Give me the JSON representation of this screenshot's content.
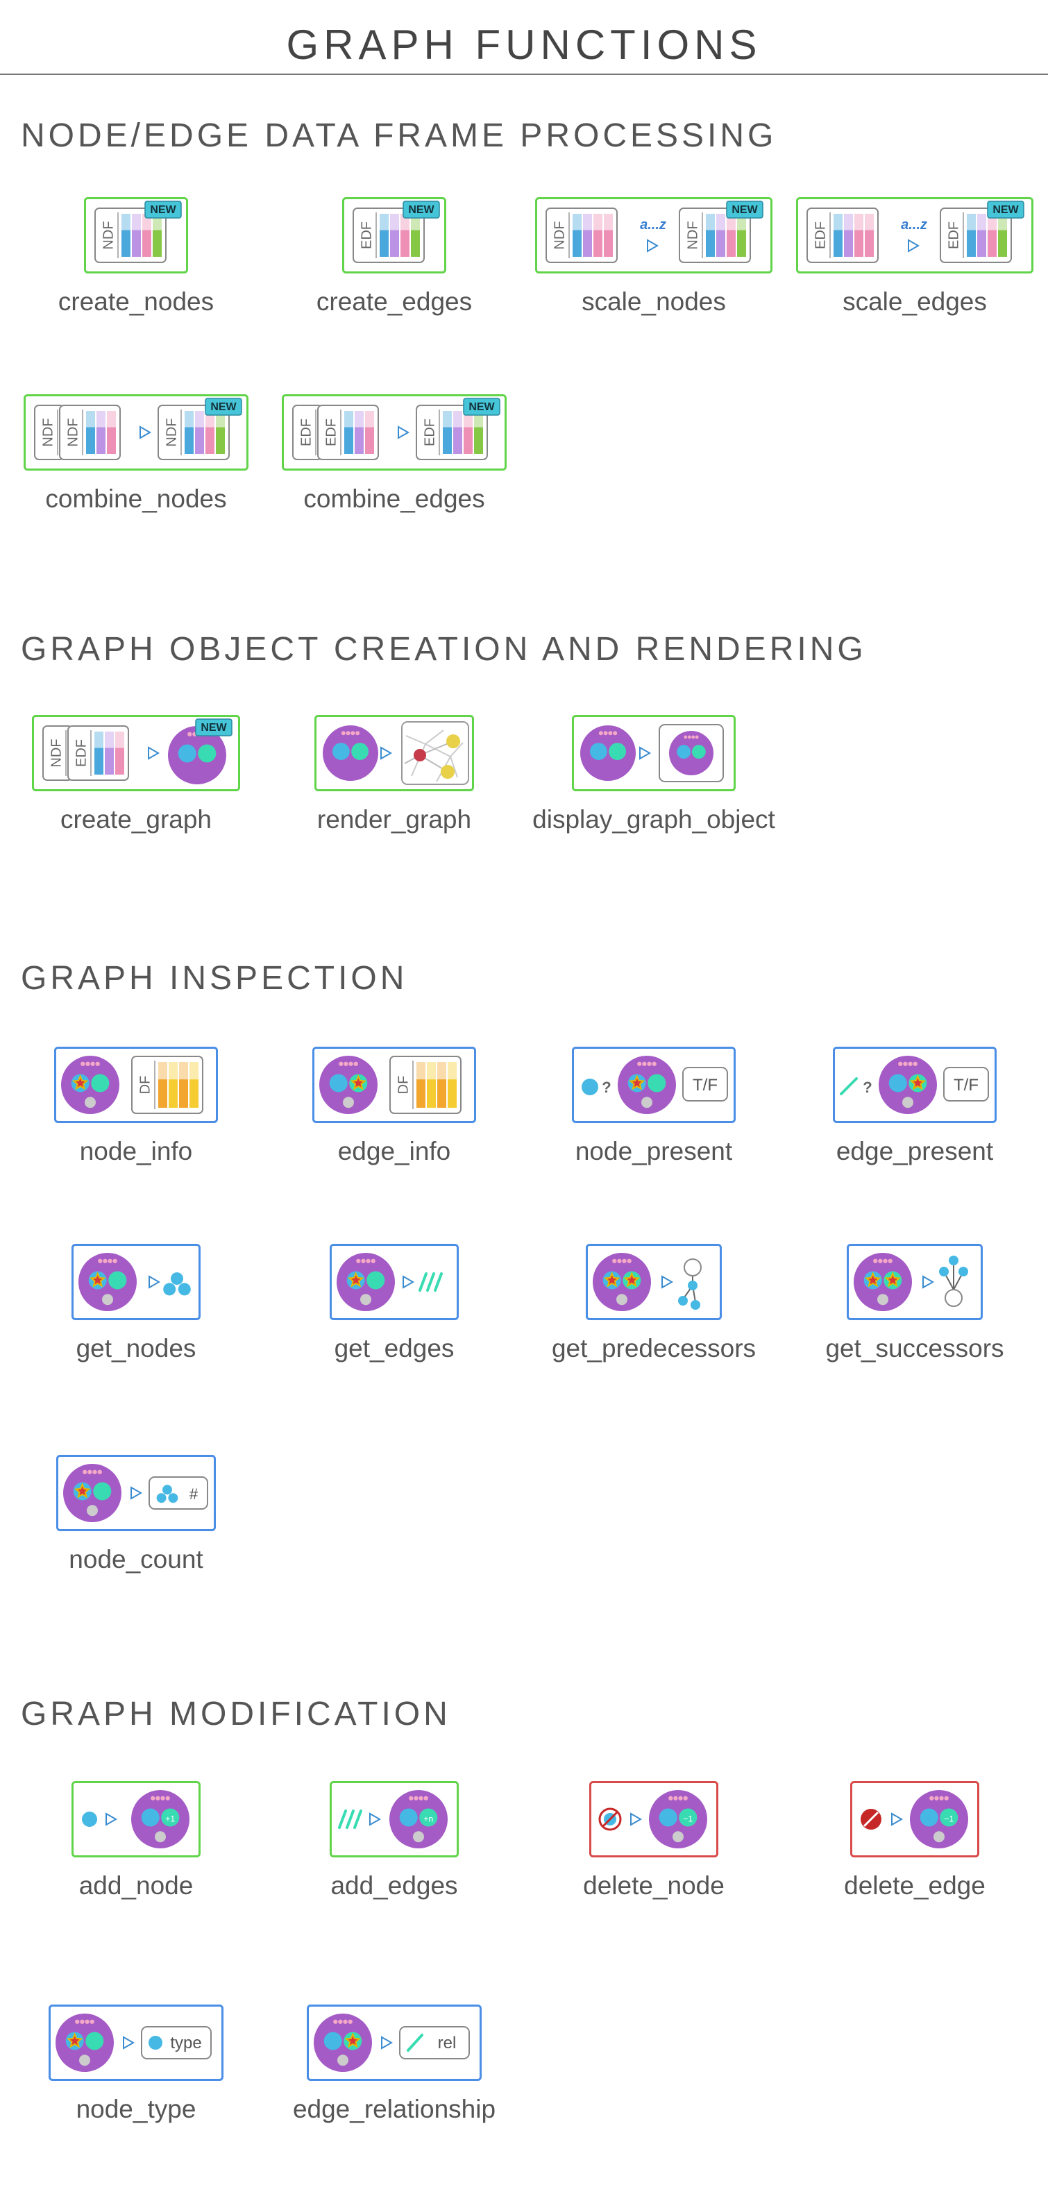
{
  "page_title": "GRAPH FUNCTIONS",
  "colors": {
    "create_border": "#61d44a",
    "inspect_border": "#4a8ee6",
    "delete_border": "#d94a4a",
    "graph_purple": "#a55bc6",
    "node_cyan": "#45b8e4",
    "node_teal": "#39dcb2",
    "col_blue": "#4aa8dc",
    "col_violet": "#bb92e4",
    "col_pink": "#ee8fb5",
    "col_green": "#86c846",
    "df_orange": "#f2a62e",
    "df_yellow": "#f5cd33",
    "new_badge": "#46c4d8"
  },
  "sections": [
    {
      "title": "NODE/EDGE DATA FRAME PROCESSING",
      "items": [
        {
          "label": "create_nodes",
          "icon": "create-nodes-icon",
          "kind": "create",
          "ndf": "NDF",
          "badge": "NEW"
        },
        {
          "label": "create_edges",
          "icon": "create-edges-icon",
          "kind": "create",
          "edf": "EDF",
          "badge": "NEW"
        },
        {
          "label": "scale_nodes",
          "icon": "scale-nodes-icon",
          "kind": "create",
          "ndf": "NDF",
          "badge": "NEW",
          "scale": "a...z"
        },
        {
          "label": "scale_edges",
          "icon": "scale-edges-icon",
          "kind": "create",
          "edf": "EDF",
          "badge": "NEW",
          "scale": "a...z"
        },
        {
          "label": "combine_nodes",
          "icon": "combine-nodes-icon",
          "kind": "create",
          "ndf": "NDF",
          "badge": "NEW"
        },
        {
          "label": "combine_edges",
          "icon": "combine-edges-icon",
          "kind": "create",
          "edf": "EDF",
          "badge": "NEW"
        }
      ]
    },
    {
      "title": "GRAPH OBJECT CREATION AND RENDERING",
      "items": [
        {
          "label": "create_graph",
          "icon": "create-graph-icon",
          "kind": "create",
          "ndf": "NDF",
          "edf": "EDF",
          "badge": "NEW"
        },
        {
          "label": "render_graph",
          "icon": "render-graph-icon",
          "kind": "create"
        },
        {
          "label": "display_graph_object",
          "icon": "display-graph-object-icon",
          "kind": "create"
        }
      ]
    },
    {
      "title": "GRAPH INSPECTION",
      "items": [
        {
          "label": "node_info",
          "icon": "node-info-icon",
          "kind": "inspect",
          "df": "DF"
        },
        {
          "label": "edge_info",
          "icon": "edge-info-icon",
          "kind": "inspect",
          "df": "DF"
        },
        {
          "label": "node_present",
          "icon": "node-present-icon",
          "kind": "inspect",
          "query": "?",
          "result": "T/F"
        },
        {
          "label": "edge_present",
          "icon": "edge-present-icon",
          "kind": "inspect",
          "query": "?",
          "result": "T/F"
        },
        {
          "label": "get_nodes",
          "icon": "get-nodes-icon",
          "kind": "inspect"
        },
        {
          "label": "get_edges",
          "icon": "get-edges-icon",
          "kind": "inspect"
        },
        {
          "label": "get_predecessors",
          "icon": "get-predecessors-icon",
          "kind": "inspect"
        },
        {
          "label": "get_successors",
          "icon": "get-successors-icon",
          "kind": "inspect"
        },
        {
          "label": "node_count",
          "icon": "node-count-icon",
          "kind": "inspect",
          "result": "#"
        }
      ]
    },
    {
      "title": "GRAPH MODIFICATION",
      "items": [
        {
          "label": "add_node",
          "icon": "add-node-icon",
          "kind": "create",
          "delta": "+1"
        },
        {
          "label": "add_edges",
          "icon": "add-edges-icon",
          "kind": "create",
          "delta": "+n"
        },
        {
          "label": "delete_node",
          "icon": "delete-node-icon",
          "kind": "delete",
          "delta": "−1"
        },
        {
          "label": "delete_edge",
          "icon": "delete-edge-icon",
          "kind": "delete",
          "delta": "−1"
        },
        {
          "label": "node_type",
          "icon": "node-type-icon",
          "kind": "inspect",
          "result": "type"
        },
        {
          "label": "edge_relationship",
          "icon": "edge-relationship-icon",
          "kind": "inspect",
          "result": "rel"
        }
      ]
    }
  ]
}
